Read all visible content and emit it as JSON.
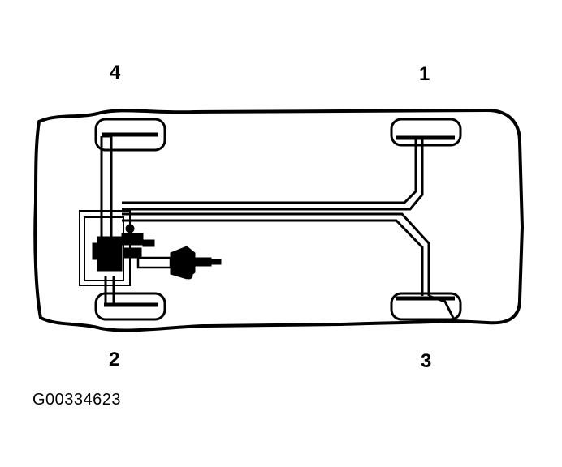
{
  "wheel_labels": {
    "right_front": "1",
    "left_rear": "2",
    "right_rear": "3",
    "left_front": "4"
  },
  "figure_id": "G00334623",
  "line_color": "#000000",
  "background_color": "#ffffff"
}
